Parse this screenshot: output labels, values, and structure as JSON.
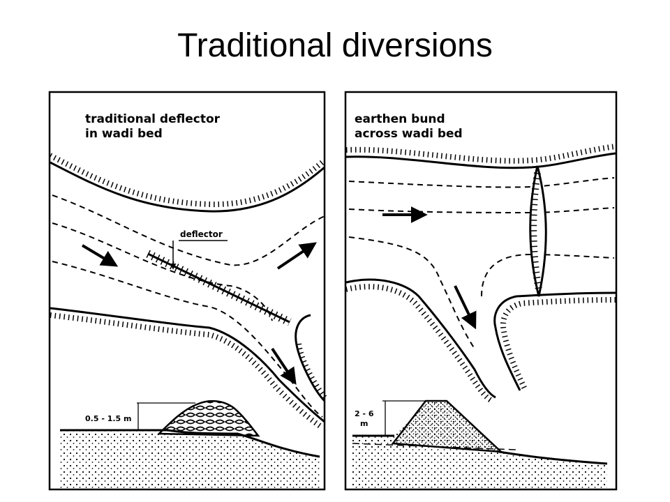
{
  "slide": {
    "title": "Traditional diversions"
  },
  "left_panel": {
    "caption_line1": "traditional deflector",
    "caption_line2": "in wadi bed",
    "deflector_label": "deflector",
    "height_label": "0.5 - 1.5 m"
  },
  "right_panel": {
    "caption_line1": "earthen bund",
    "caption_line2": "across wadi bed",
    "height_label_line1": "2 - 6",
    "height_label_line2": "m"
  }
}
